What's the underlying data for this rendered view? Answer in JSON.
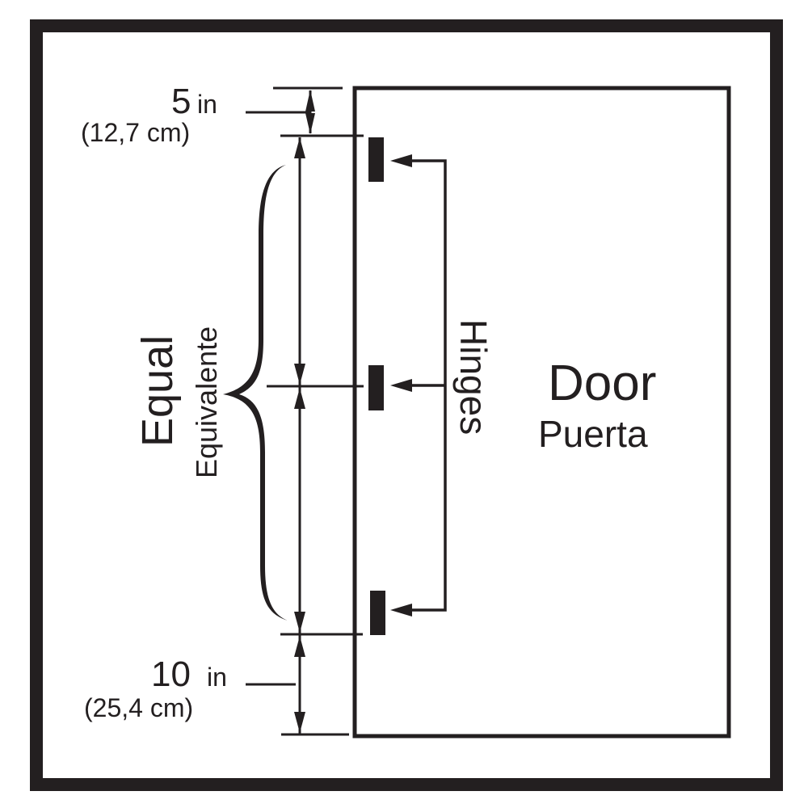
{
  "diagram": {
    "type": "door hinge placement",
    "colors": {
      "ink": "#231f20",
      "background": "#ffffff"
    },
    "top_dimension": {
      "value": "5",
      "unit": "in",
      "metric": "(12,7 cm)"
    },
    "bottom_dimension": {
      "value": "10",
      "unit": "in",
      "metric": "(25,4 cm)"
    },
    "spacing_label": {
      "primary": "Equal",
      "secondary": "Equivalente"
    },
    "hinges_label": "Hinges",
    "door_label": {
      "primary": "Door",
      "secondary": "Puerta"
    },
    "hinge_count": 3
  }
}
